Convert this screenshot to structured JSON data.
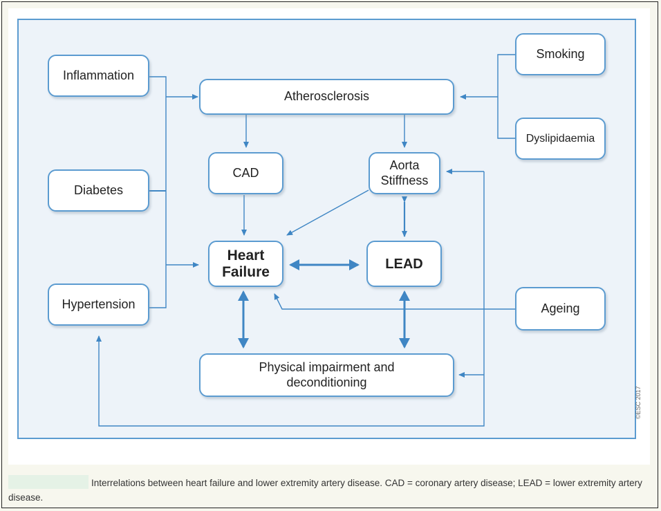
{
  "nodes": {
    "inflammation": "Inflammation",
    "diabetes": "Diabetes",
    "hypertension": "Hypertension",
    "atherosclerosis": "Atherosclerosis",
    "cad": "CAD",
    "aorta_line1": "Aorta",
    "aorta_line2": "Stiffness",
    "hf_line1": "Heart",
    "hf_line2": "Failure",
    "lead": "LEAD",
    "smoking": "Smoking",
    "dyslipidaemia": "Dyslipidaemia",
    "ageing": "Ageing",
    "physical_line1": "Physical impairment and",
    "physical_line2": "deconditioning"
  },
  "credit": "©ESC 2017",
  "caption": "Interrelations between heart failure and lower extremity artery disease. CAD = coronary artery disease; LEAD = lower extremity artery disease.",
  "colors": {
    "accent": "#5b9bd0",
    "arrow": "#3f86c4",
    "panel_bg": "#edf3f9"
  }
}
